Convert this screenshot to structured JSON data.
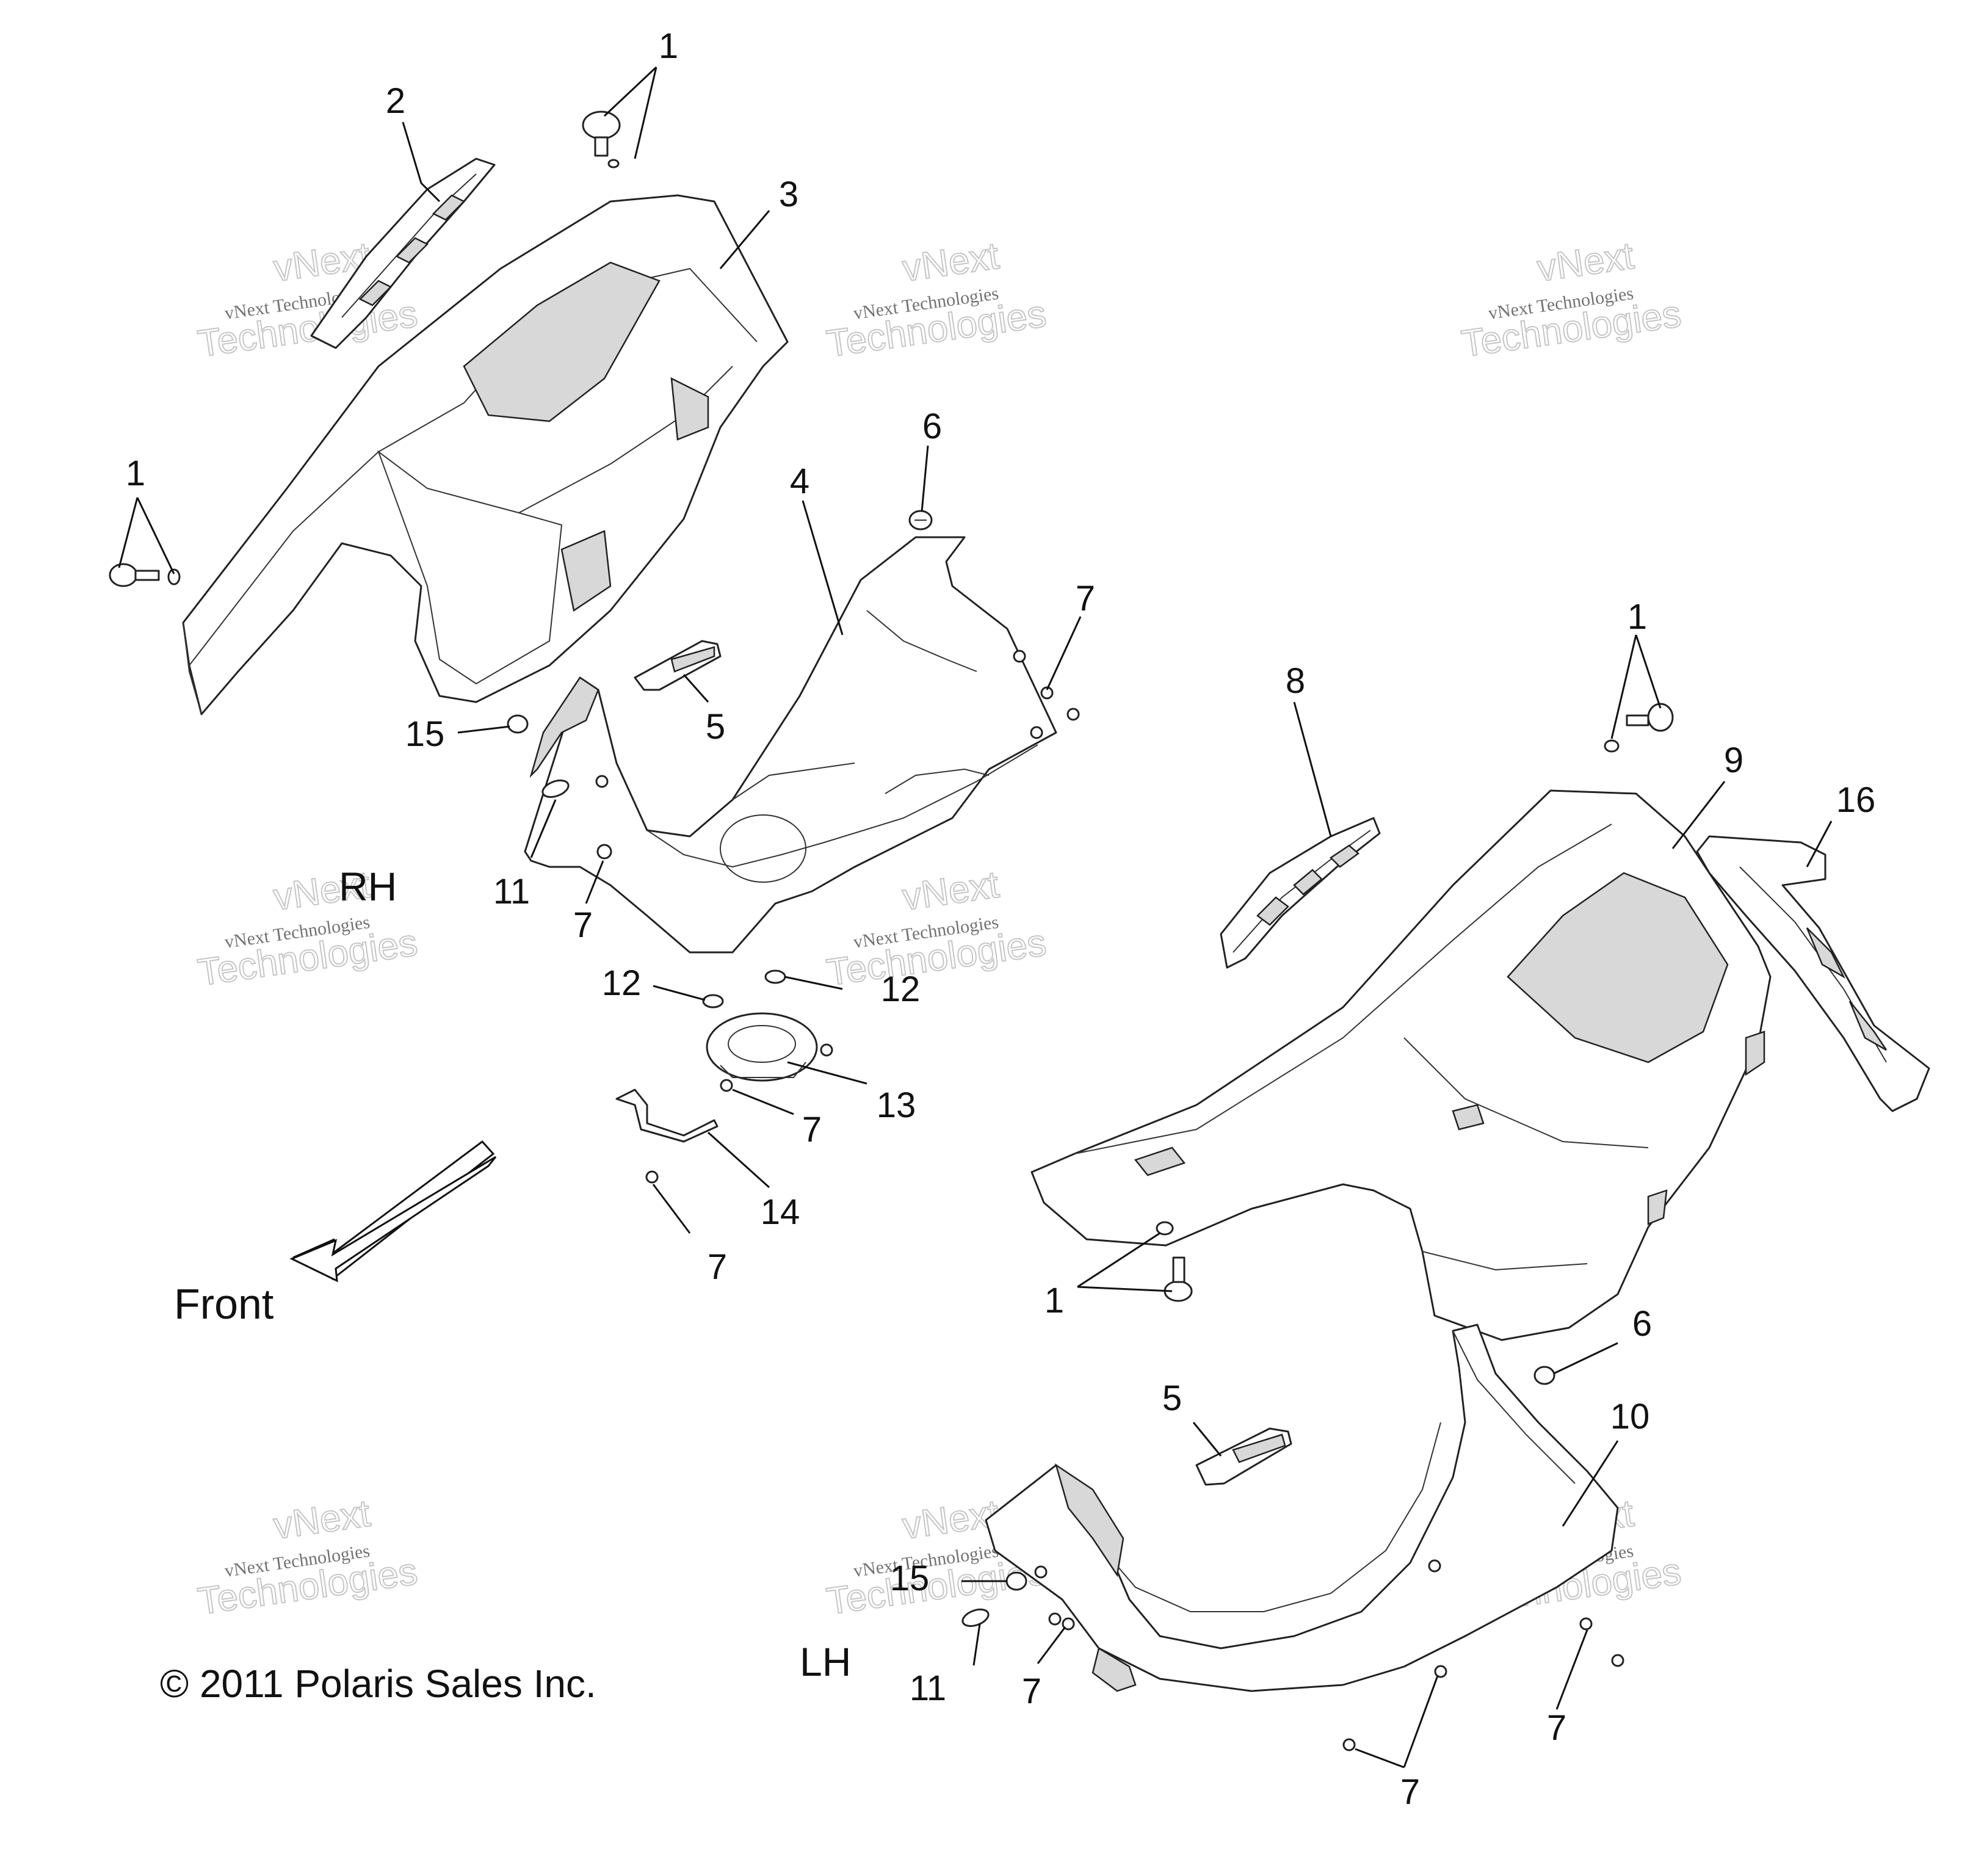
{
  "side_labels": {
    "rh": "RH",
    "lh": "LH"
  },
  "front_label": "Front",
  "copyright": "© 2011 Polaris Sales Inc.",
  "watermark": {
    "line1": "vNext Technologies",
    "line2": "vNext",
    "line3": "Technologies"
  },
  "callouts": [
    "1",
    "2",
    "3",
    "1",
    "6",
    "4",
    "7",
    "5",
    "15",
    "11",
    "7",
    "12",
    "12",
    "13",
    "7",
    "14",
    "7",
    "8",
    "1",
    "9",
    "16",
    "1",
    "6",
    "5",
    "10",
    "15",
    "11",
    "7",
    "7",
    "7"
  ]
}
